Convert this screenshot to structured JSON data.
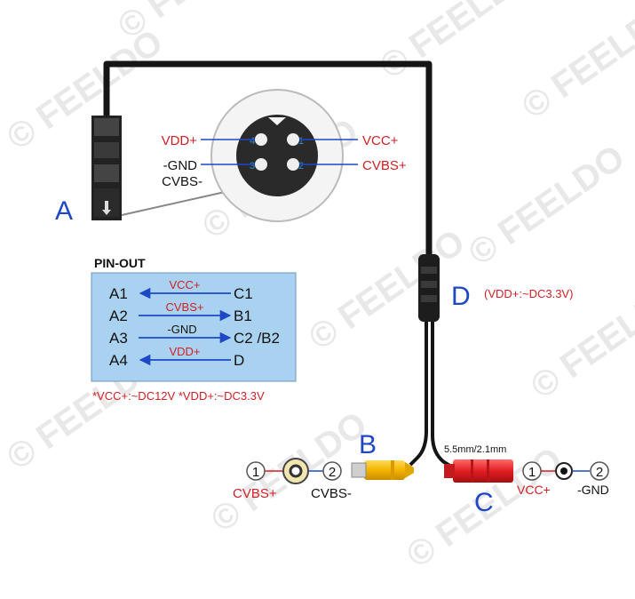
{
  "watermark": "© FEELDO",
  "connector_a": {
    "letter": "A",
    "pins": [
      {
        "num": "1",
        "label": "VCC+"
      },
      {
        "num": "2",
        "label": "CVBS+"
      },
      {
        "num": "3",
        "label": "-GND"
      },
      {
        "num": "4",
        "label": "VDD+"
      }
    ],
    "cvbs_minus": "CVBS-"
  },
  "connector_d": {
    "letter": "D",
    "note": "(VDD+:~DC3.3V)"
  },
  "connector_b": {
    "letter": "B",
    "pin1": "1",
    "pin2": "2",
    "label1": "CVBS+",
    "label2": "CVBS-"
  },
  "connector_c": {
    "letter": "C",
    "size": "5.5mm/2.1mm",
    "pin1": "1",
    "pin2": "2",
    "label1": "VCC+",
    "label2": "-GND"
  },
  "pinout": {
    "title": "PIN-OUT",
    "rows": [
      {
        "left": "A1",
        "signal": "VCC+",
        "right": "C1",
        "direction": "left"
      },
      {
        "left": "A2",
        "signal": "CVBS+",
        "right": "B1",
        "direction": "right"
      },
      {
        "left": "A3",
        "signal": "-GND",
        "right": "C2 /B2",
        "direction": "right"
      },
      {
        "left": "A4",
        "signal": "VDD+",
        "right": "D",
        "direction": "left"
      }
    ],
    "note": "*VCC+:~DC12V *VDD+:~DC3.3V"
  },
  "colors": {
    "red": "#d21f26",
    "blue": "#1f48c4",
    "panel": "#a9d1f0",
    "rca_yellow": "#f4b400",
    "dc_red": "#e01e22"
  }
}
